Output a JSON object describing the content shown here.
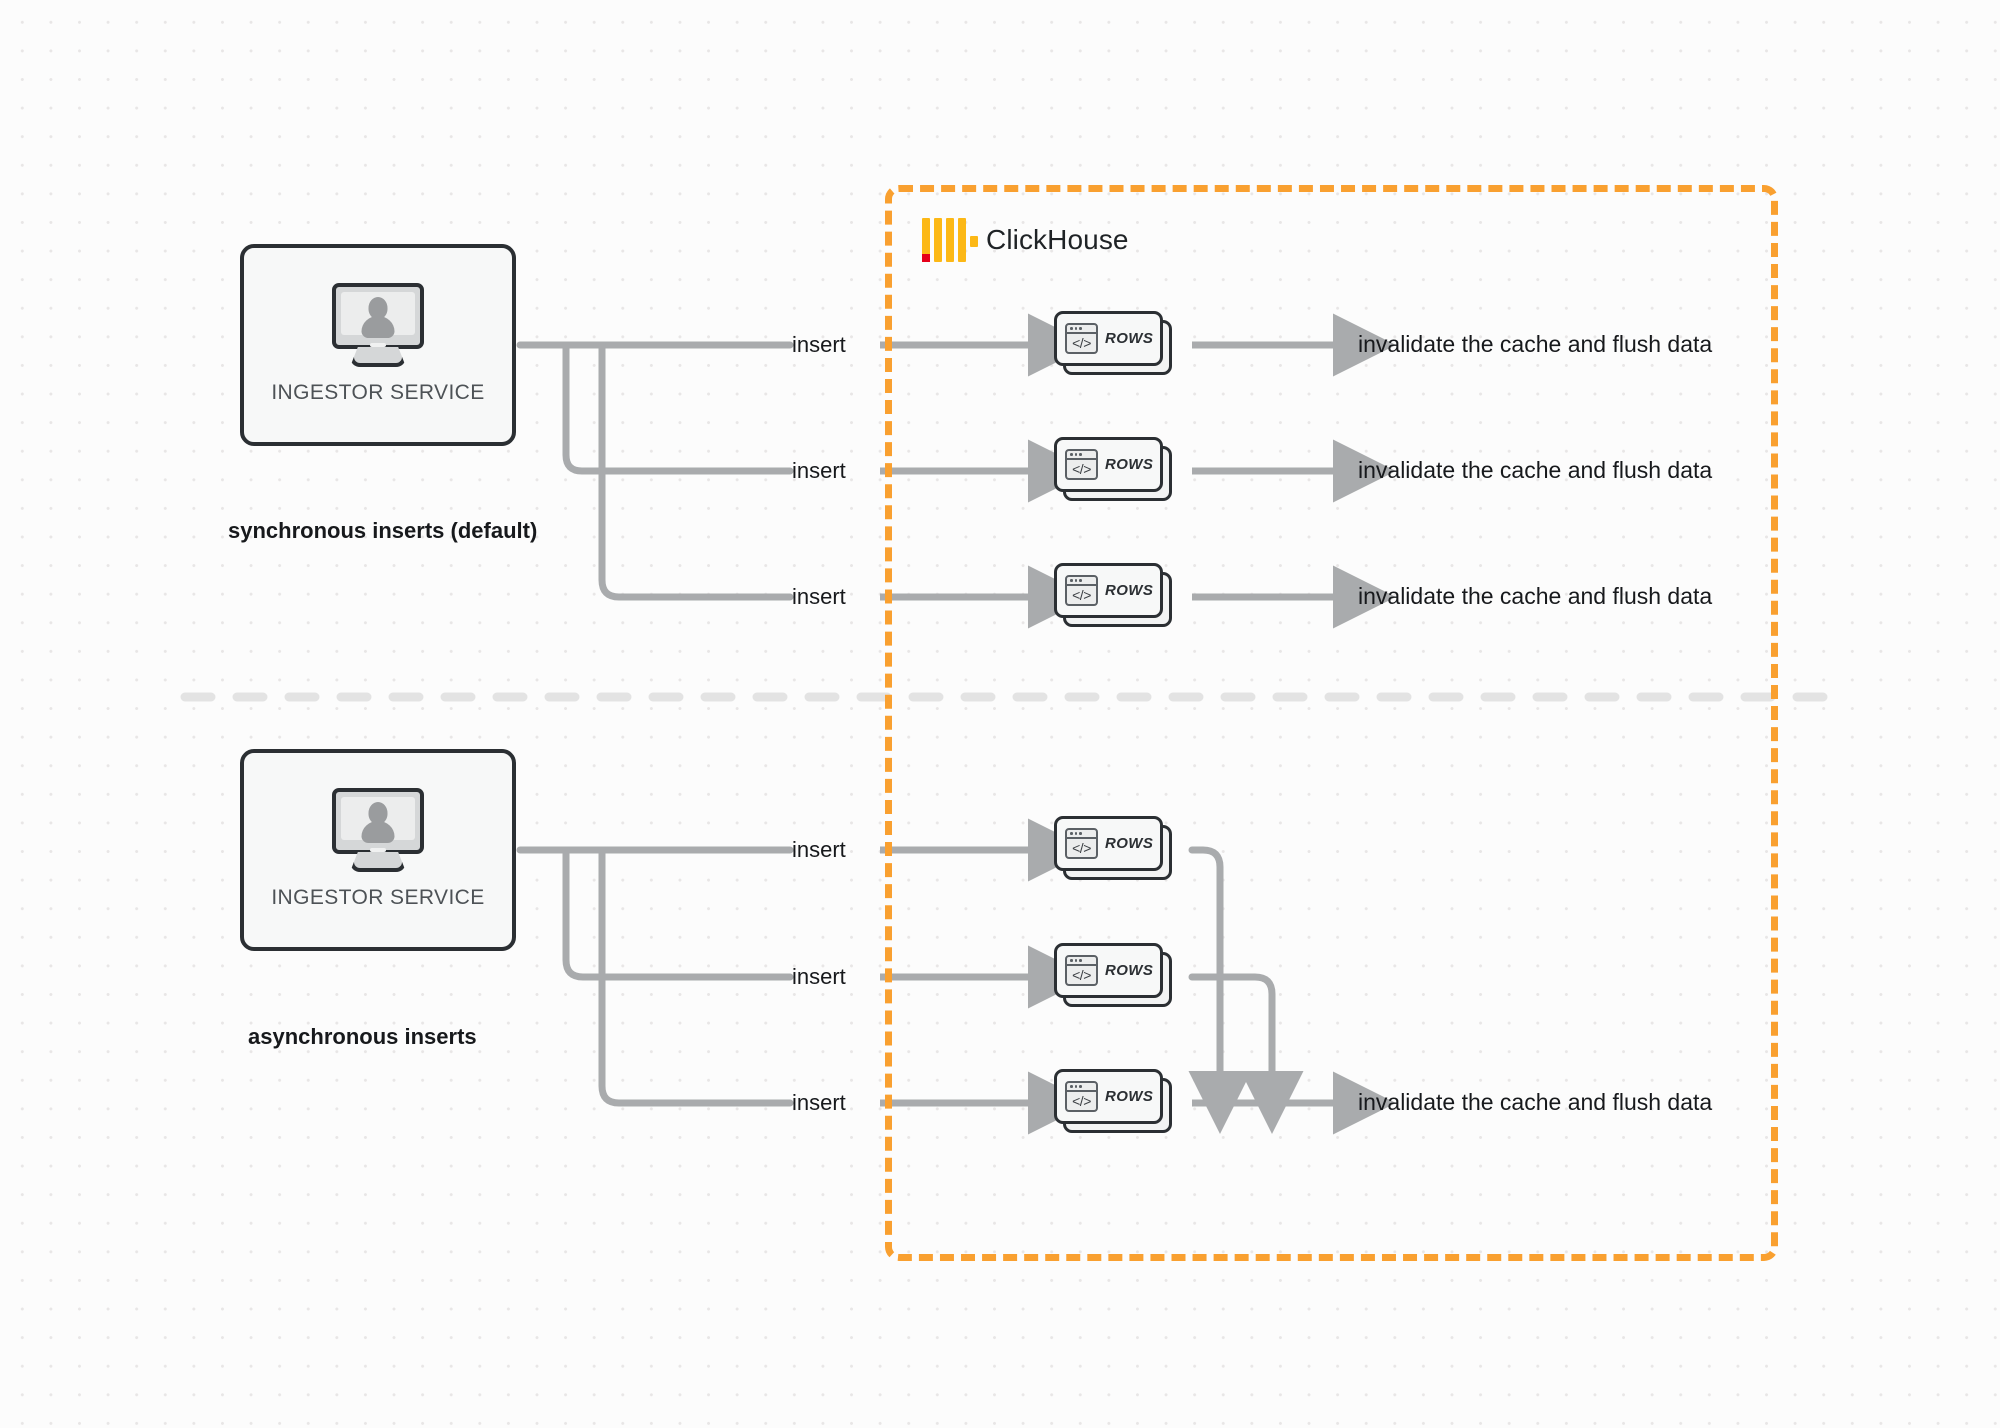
{
  "diagram": {
    "title": "ClickHouse synchronous vs asynchronous inserts",
    "colors": {
      "accent_orange": "#f9a030",
      "logo_yellow": "#fcb816",
      "logo_red": "#e5001a",
      "wire_gray": "#a9abad",
      "node_border": "#2b2f33",
      "background": "#fcfcfc"
    }
  },
  "clickhouse_container": {
    "label": "ClickHouse",
    "logo_name": "clickhouse-logo",
    "border_style": "dashed"
  },
  "sections": [
    {
      "id": "sync",
      "caption": "synchronous inserts (default)",
      "service": {
        "label": "INGESTOR SERVICE",
        "icon": "monitor-user-icon"
      },
      "flows": [
        {
          "insert_label": "insert",
          "card_label": "ROWS",
          "result_label": "invalidate the cache and flush data"
        },
        {
          "insert_label": "insert",
          "card_label": "ROWS",
          "result_label": "invalidate the cache and flush data"
        },
        {
          "insert_label": "insert",
          "card_label": "ROWS",
          "result_label": "invalidate the cache and flush data"
        }
      ]
    },
    {
      "id": "async",
      "caption": "asynchronous inserts",
      "service": {
        "label": "INGESTOR SERVICE",
        "icon": "monitor-user-icon"
      },
      "flows": [
        {
          "insert_label": "insert",
          "card_label": "ROWS"
        },
        {
          "insert_label": "insert",
          "card_label": "ROWS"
        },
        {
          "insert_label": "insert",
          "card_label": "ROWS"
        }
      ],
      "merged_result_label": "invalidate the cache and flush data"
    }
  ],
  "divider": {
    "style": "dashed-horizontal"
  }
}
